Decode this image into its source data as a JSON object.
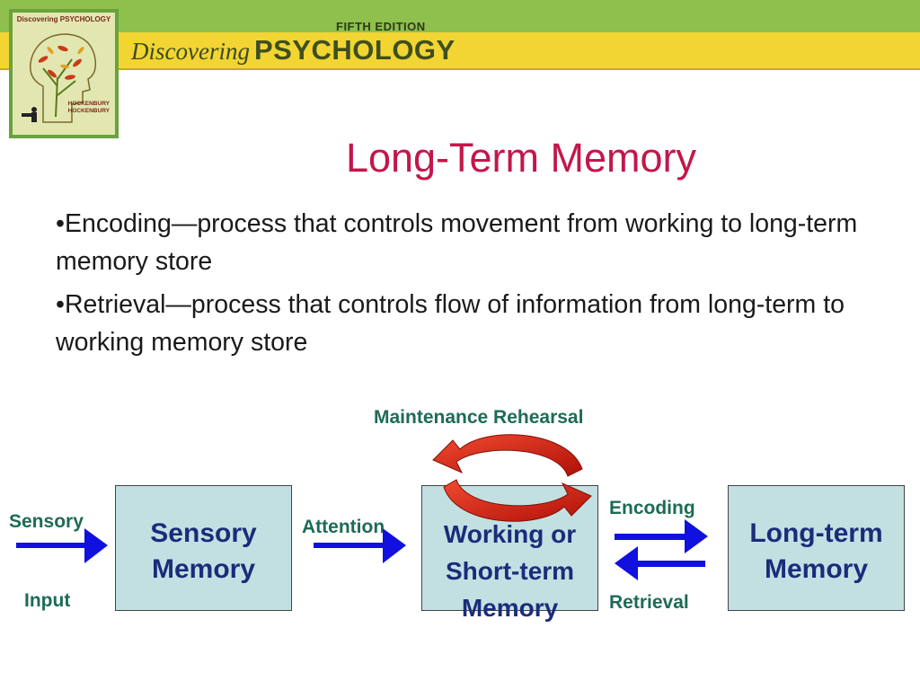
{
  "header": {
    "edition": "FIFTH EDITION",
    "brand_part1": "Discovering",
    "brand_part2": "PSYCHOLOGY",
    "colors": {
      "green_band": "#8fbf4d",
      "yellow_band": "#f2d532"
    }
  },
  "cover": {
    "title": "Discovering PSYCHOLOGY",
    "authors": [
      "HOCKENBURY",
      "HOCKENBURY"
    ]
  },
  "slide": {
    "title": "Long-Term Memory",
    "bullets": [
      "•Encoding—process that controls movement from working to long-term memory store",
      "•Retrieval—process that controls flow of information from long-term to working memory store"
    ]
  },
  "diagram": {
    "maintenance_label": "Maintenance Rehearsal",
    "sensory_input_top": "Sensory",
    "sensory_input_bottom": "Input",
    "attention_label": "Attention",
    "encoding_label": "Encoding",
    "retrieval_label": "Retrieval",
    "boxes": {
      "sensory_memory": [
        "Sensory",
        "Memory"
      ],
      "working_memory": [
        "Working or",
        "Short-term",
        "Memory"
      ],
      "long_term_memory": [
        "Long-term",
        "Memory"
      ]
    },
    "colors": {
      "box_fill": "#c2e0e2",
      "box_text": "#1b2c7a",
      "label_text": "#1d6b56",
      "arrow_blue": "#1010e0",
      "cycle_red": "#d01a12"
    }
  }
}
